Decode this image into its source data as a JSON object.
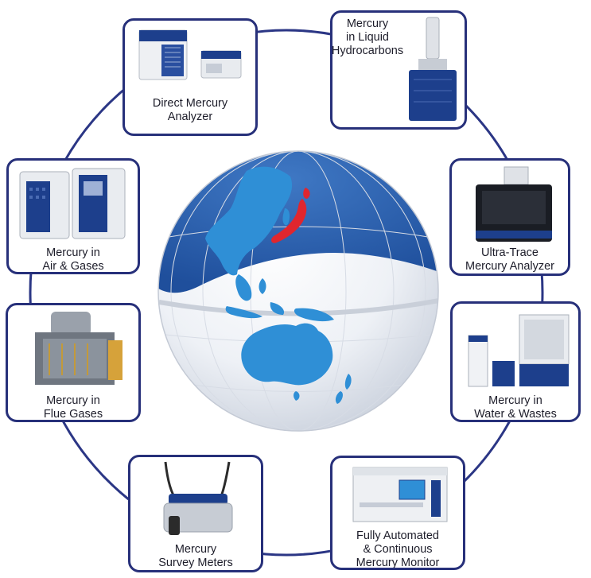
{
  "colors": {
    "ring": "#2b3685",
    "card_border": "#27307a",
    "ocean": "#2a5fae",
    "land": "#2f8fd6",
    "highlight": "#e0262e",
    "instrument_blue": "#1d3f8c"
  },
  "globe": {
    "highlight_country": "Japan"
  },
  "products": [
    {
      "name": "direct-mercury-analyzer",
      "label": "Direct Mercury\nAnalyzer"
    },
    {
      "name": "mercury-in-liquid-hydrocarbons",
      "label": "Mercury\nin Liquid\nHydrocarbons"
    },
    {
      "name": "ultra-trace-mercury-analyzer",
      "label": "Ultra-Trace\nMercury Analyzer"
    },
    {
      "name": "mercury-in-water-wastes",
      "label": "Mercury in\nWater & Wastes"
    },
    {
      "name": "fully-automated-continuous-monitor",
      "label": "Fully Automated\n& Continuous\nMercury Monitor"
    },
    {
      "name": "mercury-survey-meters",
      "label": "Mercury\nSurvey Meters"
    },
    {
      "name": "mercury-in-flue-gases",
      "label": "Mercury in\nFlue Gases"
    },
    {
      "name": "mercury-in-air-gases",
      "label": "Mercury in\nAir & Gases"
    }
  ]
}
